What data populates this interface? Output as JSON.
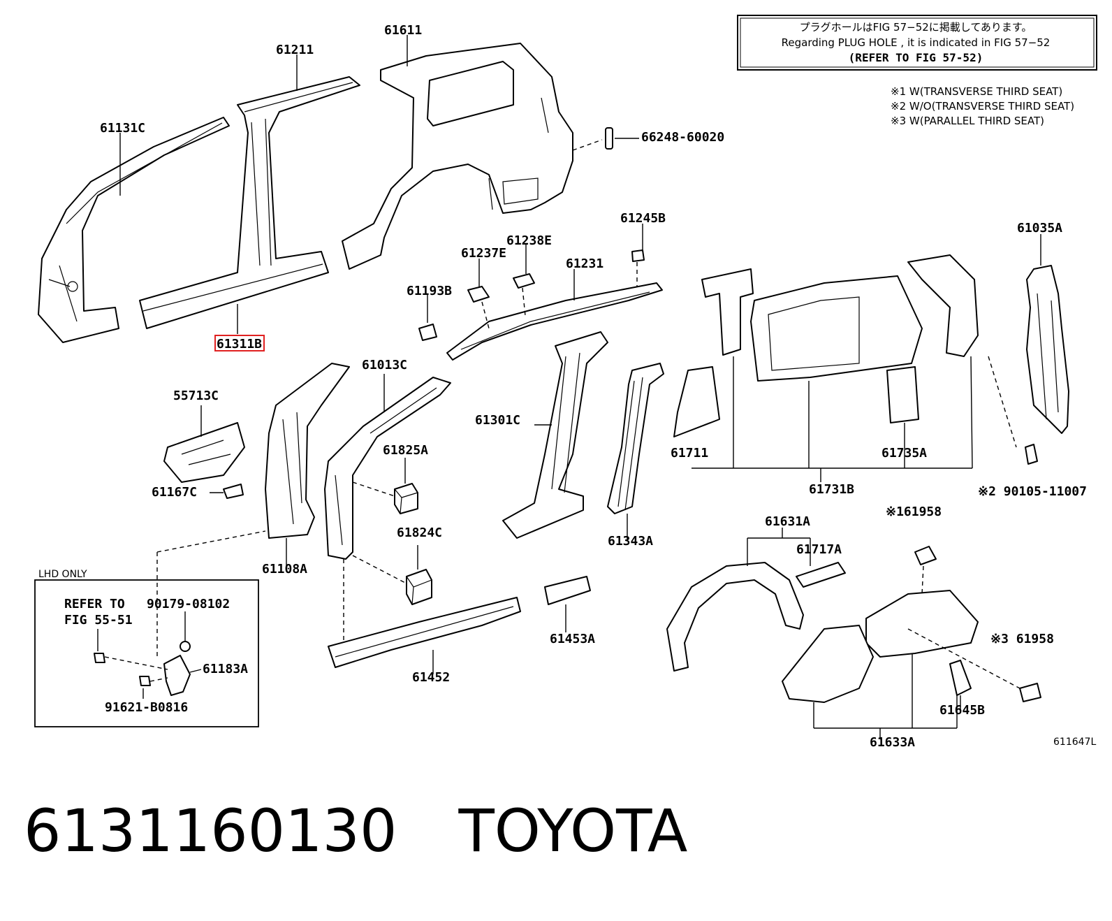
{
  "note": {
    "line_jp": "プラグホールはFIG 57−52に掲載してあります。",
    "line_en": "Regarding PLUG HOLE , it is indicated in FIG 57−52",
    "line_ref": "(REFER TO FIG 57-52)"
  },
  "legend": [
    "※1 W(TRANSVERSE THIRD SEAT)",
    "※2 W/O(TRANSVERSE THIRD SEAT)",
    "※3 W(PARALLEL THIRD SEAT)"
  ],
  "parts": {
    "p61611": "61611",
    "p61211": "61211",
    "p61131c": "61131C",
    "p61311b": "61311B",
    "p66248": "66248-60020",
    "p61245b": "61245B",
    "p61238e": "61238E",
    "p61237e": "61237E",
    "p61231": "61231",
    "p61193b": "61193B",
    "p61035a": "61035A",
    "p55713c": "55713C",
    "p61013c": "61013C",
    "p61301c": "61301C",
    "p61825a": "61825A",
    "p61167c": "61167C",
    "p61711": "61711",
    "p61735a": "61735A",
    "p61731b": "61731B",
    "p90105": "※2 90105-11007",
    "p61824c": "61824C",
    "p61343a": "61343A",
    "p61108a": "61108A",
    "p61631a": "61631A",
    "p61958a": "※161958",
    "p61717a": "61717A",
    "p61453a": "61453A",
    "p61452": "61452",
    "p61958b": "※3 61958",
    "p61645b": "61645B",
    "p61633a": "61633A"
  },
  "lhd_box": {
    "title": "LHD ONLY",
    "refer_line1": "REFER TO",
    "refer_line2": "FIG 55-51",
    "p90179": "90179-08102",
    "p61183a": "61183A",
    "p91621": "91621-B0816"
  },
  "figure_code": "611647L",
  "highlight_color": "#e02020",
  "footer": {
    "part_number": "6131160130",
    "brand": "TOYOTA"
  }
}
